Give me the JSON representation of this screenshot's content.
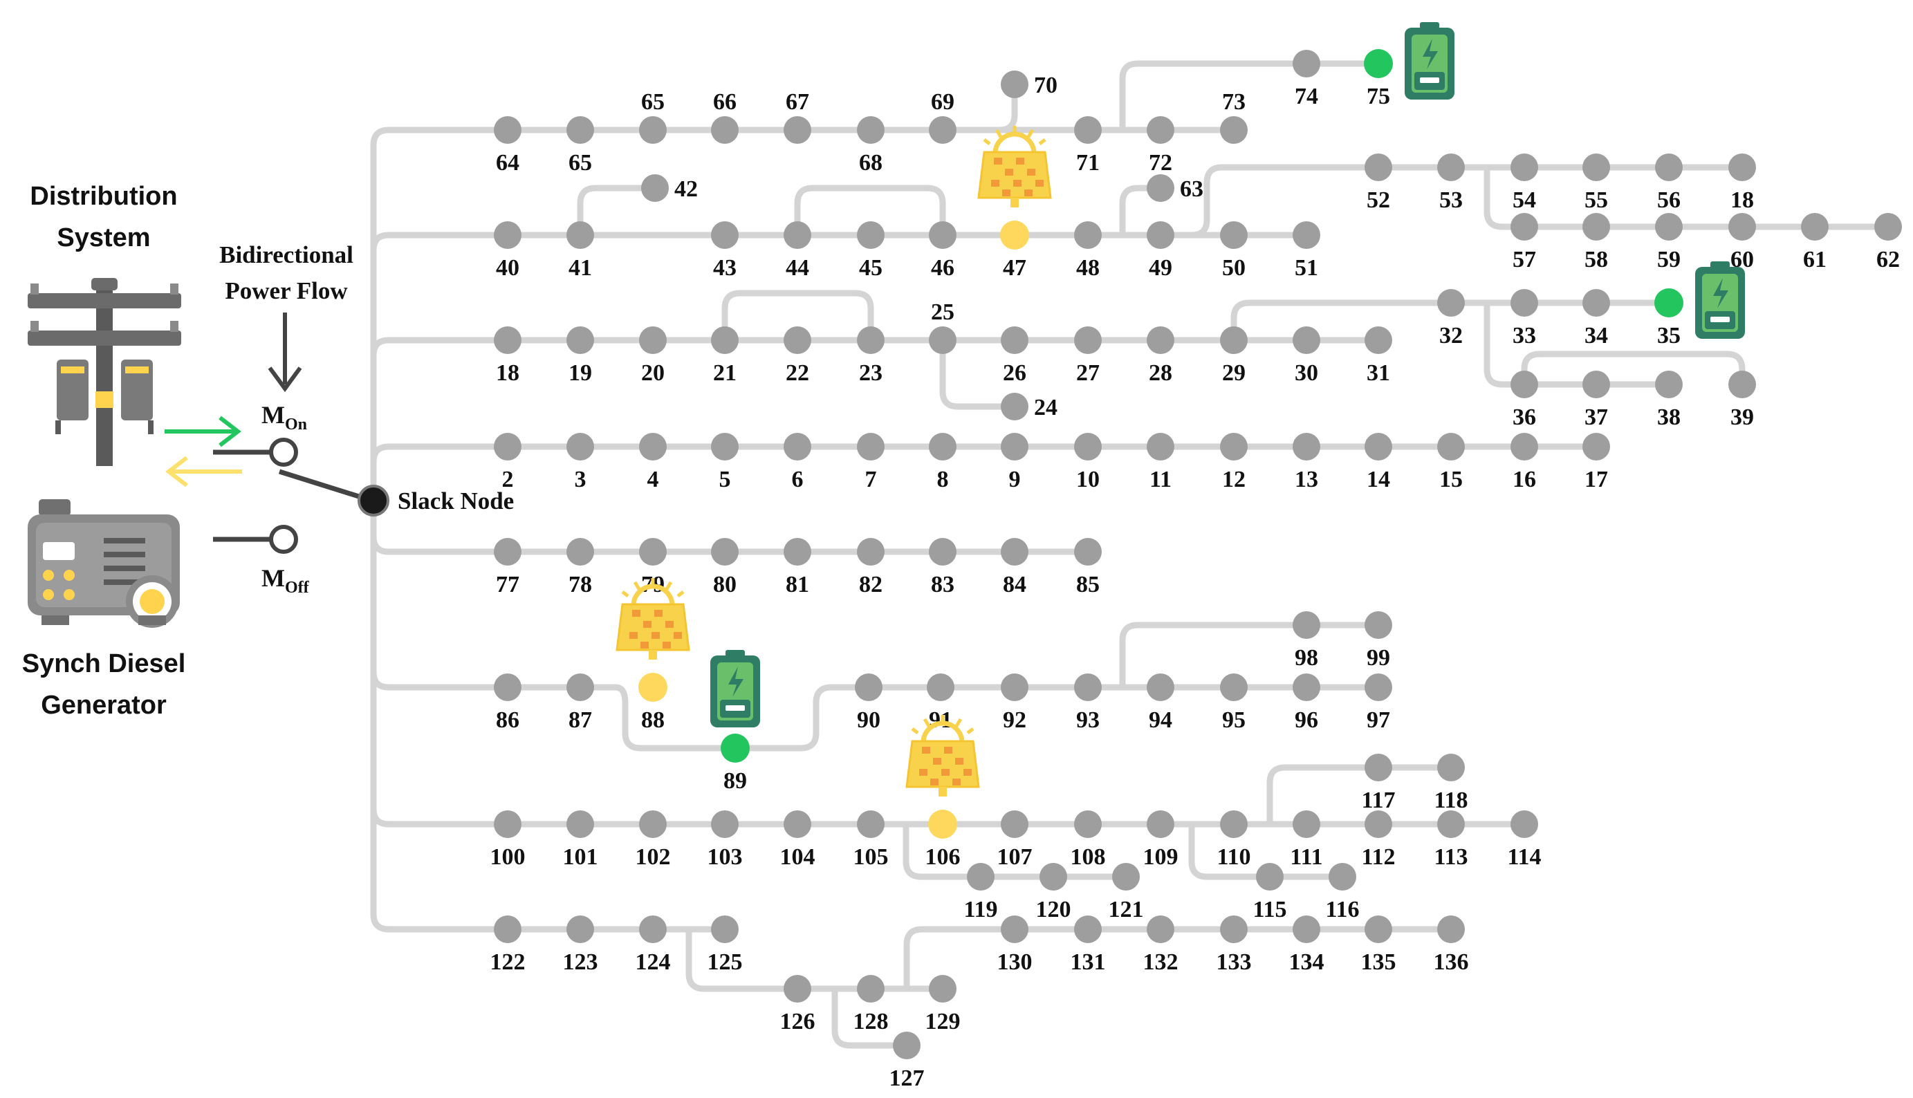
{
  "colors": {
    "line": "#d4d4d4",
    "bus": "#9e9e9e",
    "pv_node": "#fdd85d",
    "battery_node": "#22c55e",
    "battery_body": "#2e7d64",
    "battery_inner": "#6abf6b",
    "pv_panel": "#f8d24a",
    "pv_cell": "#f29a3a",
    "arrow_import": "#22c55e",
    "arrow_export": "#fde16c",
    "dark": "#444444"
  },
  "labels": {
    "distribution_line1": "Distribution",
    "distribution_line2": "System",
    "generator_line1": "Synch Diesel",
    "generator_line2": "Generator",
    "bidirectional_line1": "Bidirectional",
    "bidirectional_line2": "Power Flow",
    "m_on_main": "M",
    "m_on_sub": "On",
    "m_off_main": "M",
    "m_off_sub": "Off",
    "slack_node": "Slack Node"
  },
  "icons": {
    "distribution": "utility-pole-icon",
    "generator": "diesel-generator-icon",
    "pv": "solar-panel-icon",
    "battery": "battery-storage-icon"
  },
  "buses": [
    {
      "id": "64",
      "pos": "below"
    },
    {
      "id": "65",
      "pos": "below"
    },
    {
      "id": "65b",
      "label": "65",
      "pos": "above"
    },
    {
      "id": "66",
      "pos": "above"
    },
    {
      "id": "67",
      "pos": "above"
    },
    {
      "id": "68",
      "pos": "below"
    },
    {
      "id": "69",
      "pos": "above"
    },
    {
      "id": "70",
      "pos": "right"
    },
    {
      "id": "71",
      "pos": "below"
    },
    {
      "id": "72",
      "pos": "below"
    },
    {
      "id": "73",
      "pos": "above"
    },
    {
      "id": "74",
      "pos": "below"
    },
    {
      "id": "75",
      "pos": "below",
      "type": "battery"
    },
    {
      "id": "40",
      "pos": "below"
    },
    {
      "id": "41",
      "pos": "below"
    },
    {
      "id": "42",
      "pos": "right"
    },
    {
      "id": "43",
      "pos": "below"
    },
    {
      "id": "44",
      "pos": "below"
    },
    {
      "id": "45",
      "pos": "below"
    },
    {
      "id": "46",
      "pos": "below"
    },
    {
      "id": "47",
      "pos": "below",
      "type": "pv"
    },
    {
      "id": "48",
      "pos": "below"
    },
    {
      "id": "63",
      "pos": "right"
    },
    {
      "id": "49",
      "pos": "below"
    },
    {
      "id": "50",
      "pos": "below"
    },
    {
      "id": "51",
      "pos": "below"
    },
    {
      "id": "52",
      "pos": "below"
    },
    {
      "id": "53",
      "pos": "below"
    },
    {
      "id": "54",
      "pos": "below"
    },
    {
      "id": "55",
      "pos": "below"
    },
    {
      "id": "56",
      "pos": "below"
    },
    {
      "id": "18b",
      "label": "18",
      "pos": "below"
    },
    {
      "id": "57",
      "pos": "below"
    },
    {
      "id": "58",
      "pos": "below"
    },
    {
      "id": "59",
      "pos": "below"
    },
    {
      "id": "60",
      "pos": "below"
    },
    {
      "id": "61",
      "pos": "below"
    },
    {
      "id": "62",
      "pos": "below"
    },
    {
      "id": "18",
      "pos": "below"
    },
    {
      "id": "19",
      "pos": "below"
    },
    {
      "id": "20",
      "pos": "below"
    },
    {
      "id": "21",
      "pos": "below"
    },
    {
      "id": "22",
      "pos": "below"
    },
    {
      "id": "23",
      "pos": "below"
    },
    {
      "id": "25",
      "pos": "above"
    },
    {
      "id": "24",
      "pos": "right"
    },
    {
      "id": "26",
      "pos": "below"
    },
    {
      "id": "27",
      "pos": "below"
    },
    {
      "id": "28",
      "pos": "below"
    },
    {
      "id": "29",
      "pos": "below"
    },
    {
      "id": "30",
      "pos": "below"
    },
    {
      "id": "31",
      "pos": "below"
    },
    {
      "id": "32",
      "pos": "below"
    },
    {
      "id": "33",
      "pos": "below"
    },
    {
      "id": "34",
      "pos": "below"
    },
    {
      "id": "35",
      "pos": "below",
      "type": "battery"
    },
    {
      "id": "36",
      "pos": "below"
    },
    {
      "id": "37",
      "pos": "below"
    },
    {
      "id": "38",
      "pos": "below"
    },
    {
      "id": "39",
      "pos": "below"
    },
    {
      "id": "2",
      "pos": "below"
    },
    {
      "id": "3",
      "pos": "below"
    },
    {
      "id": "4",
      "pos": "below"
    },
    {
      "id": "5",
      "pos": "below"
    },
    {
      "id": "6",
      "pos": "below"
    },
    {
      "id": "7",
      "pos": "below"
    },
    {
      "id": "8",
      "pos": "below"
    },
    {
      "id": "9",
      "pos": "below"
    },
    {
      "id": "10",
      "pos": "below"
    },
    {
      "id": "11",
      "pos": "below"
    },
    {
      "id": "12",
      "pos": "below"
    },
    {
      "id": "13",
      "pos": "below"
    },
    {
      "id": "14",
      "pos": "below"
    },
    {
      "id": "15",
      "pos": "below"
    },
    {
      "id": "16",
      "pos": "below"
    },
    {
      "id": "17",
      "pos": "below"
    },
    {
      "id": "77",
      "pos": "below"
    },
    {
      "id": "78",
      "pos": "below"
    },
    {
      "id": "79",
      "pos": "below"
    },
    {
      "id": "80",
      "pos": "below"
    },
    {
      "id": "81",
      "pos": "below"
    },
    {
      "id": "82",
      "pos": "below"
    },
    {
      "id": "83",
      "pos": "below"
    },
    {
      "id": "84",
      "pos": "below"
    },
    {
      "id": "85",
      "pos": "below"
    },
    {
      "id": "86",
      "pos": "below"
    },
    {
      "id": "87",
      "pos": "below"
    },
    {
      "id": "88",
      "pos": "below",
      "type": "pv"
    },
    {
      "id": "89",
      "pos": "below",
      "type": "battery"
    },
    {
      "id": "90",
      "pos": "below"
    },
    {
      "id": "91",
      "pos": "below"
    },
    {
      "id": "92",
      "pos": "below"
    },
    {
      "id": "93",
      "pos": "below"
    },
    {
      "id": "94",
      "pos": "below"
    },
    {
      "id": "95",
      "pos": "below"
    },
    {
      "id": "96",
      "pos": "below"
    },
    {
      "id": "97",
      "pos": "below"
    },
    {
      "id": "98",
      "pos": "below"
    },
    {
      "id": "99",
      "pos": "below"
    },
    {
      "id": "100",
      "pos": "below"
    },
    {
      "id": "101",
      "pos": "below"
    },
    {
      "id": "102",
      "pos": "below"
    },
    {
      "id": "103",
      "pos": "below"
    },
    {
      "id": "104",
      "pos": "below"
    },
    {
      "id": "105",
      "pos": "below"
    },
    {
      "id": "106",
      "pos": "below",
      "type": "pv"
    },
    {
      "id": "107",
      "pos": "below"
    },
    {
      "id": "108",
      "pos": "below"
    },
    {
      "id": "109",
      "pos": "below"
    },
    {
      "id": "110",
      "pos": "below"
    },
    {
      "id": "111",
      "pos": "below"
    },
    {
      "id": "112",
      "pos": "below"
    },
    {
      "id": "113",
      "pos": "below"
    },
    {
      "id": "114",
      "pos": "below"
    },
    {
      "id": "117",
      "pos": "below"
    },
    {
      "id": "118",
      "pos": "below"
    },
    {
      "id": "119",
      "pos": "below"
    },
    {
      "id": "120",
      "pos": "below"
    },
    {
      "id": "121",
      "pos": "below"
    },
    {
      "id": "115",
      "pos": "below"
    },
    {
      "id": "116",
      "pos": "below"
    },
    {
      "id": "122",
      "pos": "below"
    },
    {
      "id": "123",
      "pos": "below"
    },
    {
      "id": "124",
      "pos": "below"
    },
    {
      "id": "125",
      "pos": "below"
    },
    {
      "id": "126",
      "pos": "below"
    },
    {
      "id": "128",
      "pos": "below"
    },
    {
      "id": "129",
      "pos": "below"
    },
    {
      "id": "127",
      "pos": "below"
    },
    {
      "id": "130",
      "pos": "below"
    },
    {
      "id": "131",
      "pos": "below"
    },
    {
      "id": "132",
      "pos": "below"
    },
    {
      "id": "133",
      "pos": "below"
    },
    {
      "id": "134",
      "pos": "below"
    },
    {
      "id": "135",
      "pos": "below"
    },
    {
      "id": "136",
      "pos": "below"
    }
  ]
}
